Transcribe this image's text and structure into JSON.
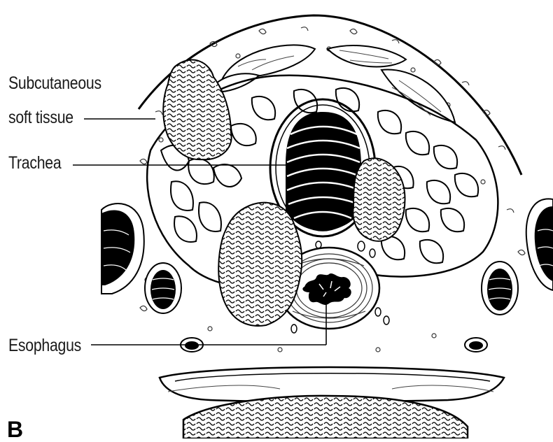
{
  "labels": {
    "subcutaneous_line1": "Subcutaneous",
    "subcutaneous_line2": "soft tissue",
    "trachea": "Trachea",
    "esophagus": "Esophagus"
  },
  "panel_letter": "B",
  "colors": {
    "ink": "#000000",
    "background": "#ffffff"
  }
}
